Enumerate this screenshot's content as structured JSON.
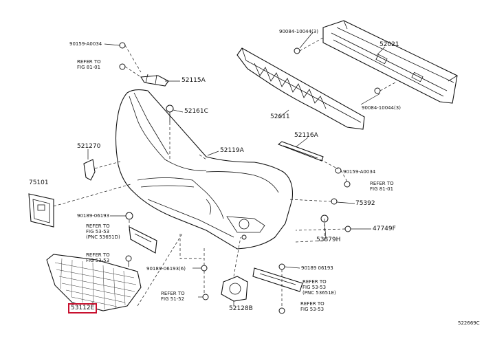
{
  "labels": {
    "p90159_a0034_top": "90159-A0034",
    "ref_top": "REFER TO\nFIG 81-01",
    "p52115a": "52115A",
    "p52161c": "52161C",
    "p52611": "52611",
    "p90084_top": "90084-10044(3)",
    "p52021": "52021",
    "p90084_bot": "90084-10044(3)",
    "p52116a": "52116A",
    "p52127o": "521270",
    "p52119a": "52119A",
    "p90159_a0034_right": "90159-A0034",
    "ref_right": "REFER TO\nFIG 81-01",
    "p75101": "75101",
    "p75392": "75392",
    "p90189_06193_left": "90189-06193",
    "ref_left_a": "REFER TO\nFIG 53-53\n(PNC 53651D)",
    "ref_left_b": "REFER TO\nFIG 53-53",
    "p47749f": "47749F",
    "p53879h": "53879H",
    "p90189_06193_6": "90189-06193(6)",
    "p90189_06193_right": "90189 06193",
    "ref_lower_mid": "REFER TO\nFIG 51-52",
    "ref_lower_right_a": "REFER TO\nFIG 53-53\n(PNC 53651E)",
    "ref_lower_right_b": "REFER TO\nFIG 53-53",
    "p52128b": "52128B",
    "p53112e": "53112E",
    "diagram_code": "522669C"
  }
}
